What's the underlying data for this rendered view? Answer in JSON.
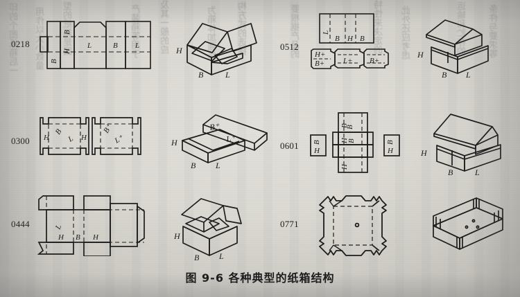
{
  "page": {
    "caption": "图 9-6    各种典型的纸箱结构",
    "background_color": "#dbd9d2",
    "ink_color": "#1d1d1d"
  },
  "showthrough_text": [
    "印的个图纸箱后一",
    "用作以大小数量",
    "型的纸箱是国",
    "产装箱等用于",
    "及其一般的应",
    "为箱体加强结",
    "构方式的选择",
    "要根据产品的",
    "特性来决定的",
    "此外还应考虑",
    "运输和贮存的",
    "条件与要求等"
  ],
  "rows": [
    {
      "code": "0218",
      "blank": {
        "name": "blank-0218",
        "labels": [
          "B",
          "H",
          "B",
          "L",
          "B",
          "L"
        ]
      },
      "solid": {
        "name": "solid-0218",
        "labels": [
          "H",
          "B",
          "L"
        ]
      }
    },
    {
      "code": "0512",
      "blank": {
        "name": "blank-0512",
        "labels": [
          "L",
          "B",
          "H",
          "B",
          "H+",
          "B+",
          "L+",
          "B+"
        ]
      },
      "solid": {
        "name": "solid-0512",
        "labels": [
          "H",
          "B",
          "L"
        ]
      }
    },
    {
      "code": "0300",
      "blank": {
        "name": "blank-0300",
        "labels": [
          "H",
          "B",
          "L",
          "H",
          "B+",
          "L+"
        ]
      },
      "solid": {
        "name": "solid-0300",
        "labels": [
          "H",
          "B",
          "L",
          "B+",
          "L+"
        ]
      }
    },
    {
      "code": "0601",
      "blank": {
        "name": "blank-0601",
        "labels": [
          "B",
          "H",
          "B",
          "H",
          "B",
          "H",
          "B",
          "H",
          "B"
        ]
      },
      "solid": {
        "name": "solid-0601",
        "labels": [
          "H",
          "B",
          "L"
        ]
      }
    },
    {
      "code": "0444",
      "blank": {
        "name": "blank-0444",
        "labels": [
          "L",
          "H",
          "B",
          "H"
        ]
      },
      "solid": {
        "name": "solid-0444",
        "labels": [
          "H",
          "B",
          "L"
        ]
      }
    },
    {
      "code": "0771",
      "blank": {
        "name": "blank-0771",
        "labels": []
      },
      "solid": {
        "name": "solid-0771",
        "labels": []
      }
    }
  ]
}
